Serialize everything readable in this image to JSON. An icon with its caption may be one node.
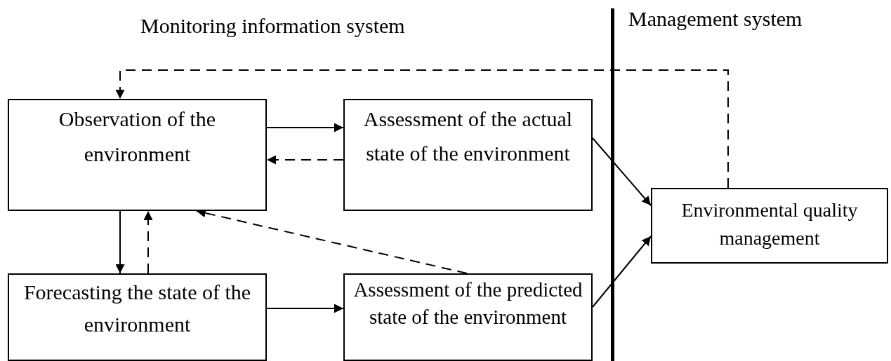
{
  "diagram": {
    "nodes": [
      {
        "text": [
          "Observation of the environment"
        ]
      },
      {
        "text": [
          "Assessment of the actual state of the environment"
        ]
      },
      {
        "text": [
          "Environmental quality management"
        ]
      },
      {
        "text": [
          "Forecasting the state of the environment"
        ]
      },
      {
        "text": [
          "Assessment of the predicted state of the environment"
        ]
      }
    ],
    "edges": [
      {
        "from": 0,
        "to": 1,
        "arrow": "to"
      },
      {
        "from": 1,
        "to": 0,
        "arrow": "to",
        "style": "dashed"
      },
      {
        "from": 1,
        "to": 2,
        "arrow": "to"
      },
      {
        "from": 2,
        "to": 0,
        "arrow": "to",
        "style": "dashed"
      },
      {
        "from": 0,
        "to": 3,
        "arrow": "to"
      },
      {
        "from": 3,
        "to": 0,
        "arrow": "to",
        "style": "dashed"
      },
      {
        "from": 4,
        "to": 0,
        "arrow": "to",
        "style": "dashed"
      },
      {
        "from": 3,
        "to": 4,
        "arrow": "to"
      },
      {
        "from": 4,
        "to": 2,
        "arrow": "to"
      }
    ],
    "labels": [
      "Monitoring information system",
      "Management system"
    ]
  }
}
